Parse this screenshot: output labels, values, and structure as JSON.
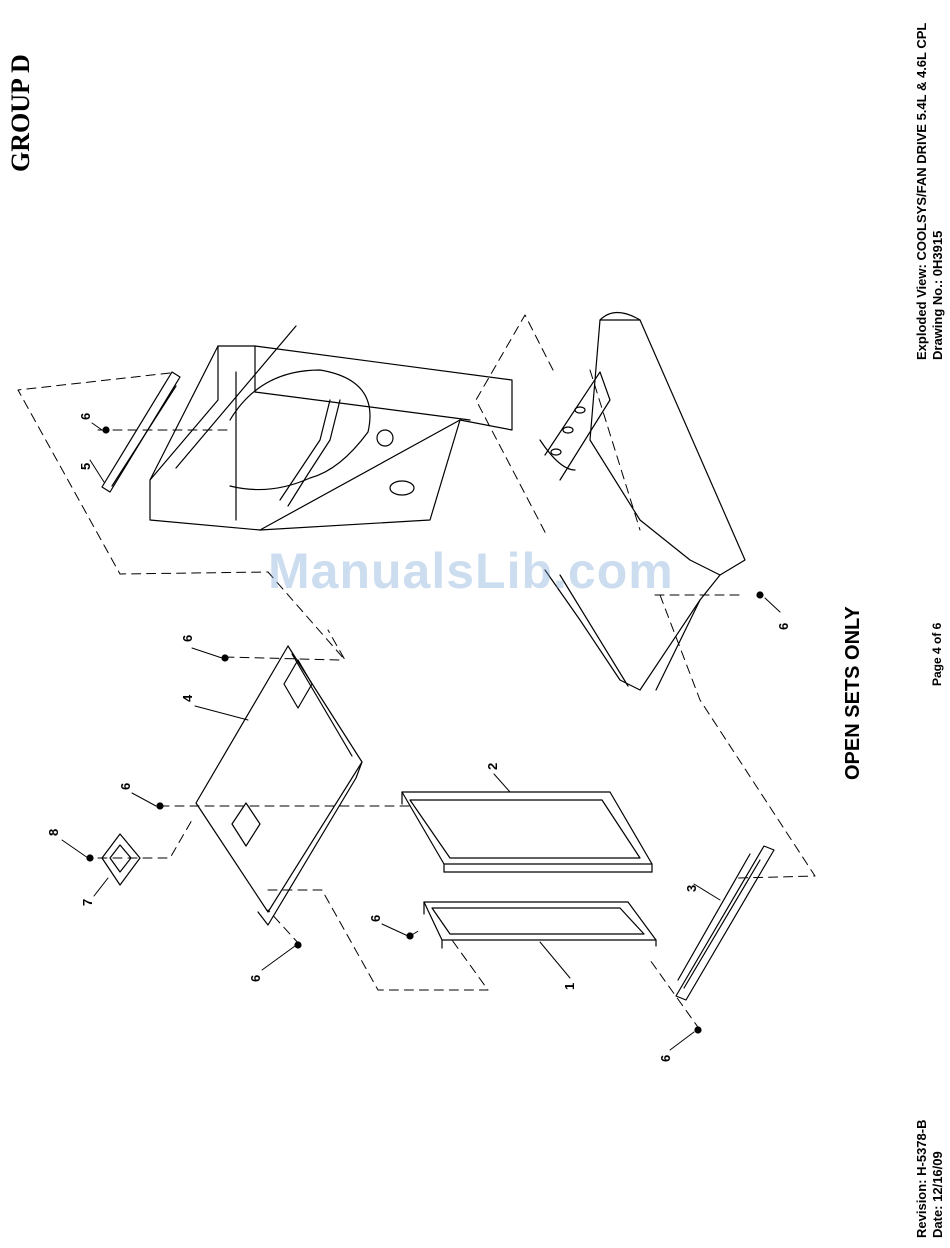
{
  "header": {
    "group": "GROUP D",
    "view_title": "Exploded View: COOLSYS/FAN DRIVE 5.4L & 4.6L CPL",
    "drawing_number": "Drawing No.: 0H3915"
  },
  "footer": {
    "revision": "Revision: H-5378-B",
    "date": "Date: 12/16/09",
    "page": "Page 4 of 6"
  },
  "note": "OPEN SETS ONLY",
  "watermark": "ManualsLib.com",
  "callouts": {
    "part1": "1",
    "part2": "2",
    "part3": "3",
    "part4": "4",
    "part5": "5",
    "part6": "6",
    "part7": "7",
    "part8": "8"
  }
}
